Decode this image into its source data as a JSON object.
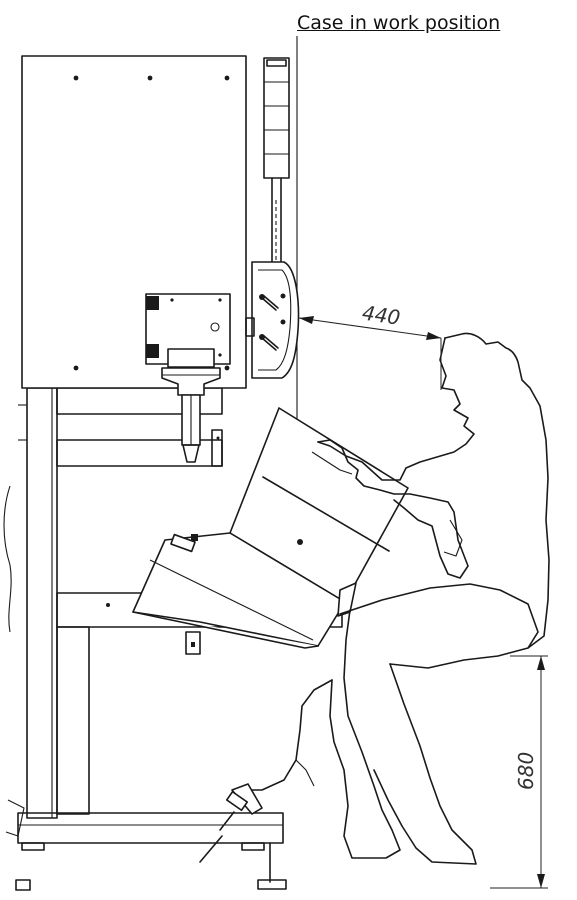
{
  "figure": {
    "title": "Case in work position",
    "dimensions": [
      {
        "label": "440"
      },
      {
        "label": "680"
      }
    ]
  }
}
